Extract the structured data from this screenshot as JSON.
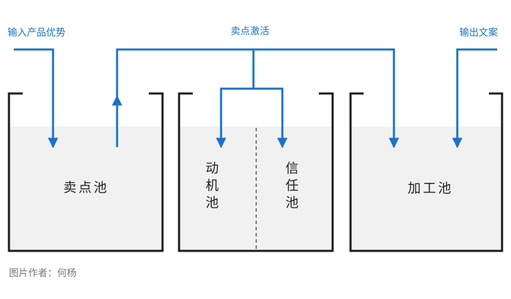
{
  "labels": {
    "input": "输入产品优势",
    "activate": "卖点激活",
    "output": "输出文案"
  },
  "pools": {
    "selling_point": "卖点池",
    "motive": [
      "动",
      "机",
      "池"
    ],
    "trust": [
      "信",
      "任",
      "池"
    ],
    "process": "加工池"
  },
  "credit": "图片作者：何杨",
  "colors": {
    "arrow": "#1a73c4",
    "wall": "#1a1a1a",
    "liquid": "#f1f1f1",
    "text": "#222222",
    "credit": "#777777"
  }
}
